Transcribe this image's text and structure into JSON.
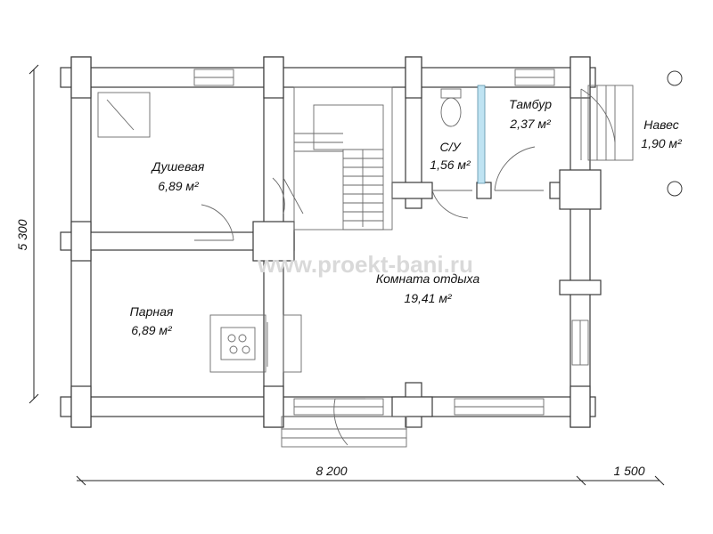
{
  "watermark": "www.proekt-bani.ru",
  "rooms": {
    "shower": {
      "name": "Душевая",
      "area": "6,89 м²"
    },
    "steam": {
      "name": "Парная",
      "area": "6,89 м²"
    },
    "wc": {
      "name": "С/У",
      "area": "1,56 м²"
    },
    "vestibule": {
      "name": "Тамбур",
      "area": "2,37 м²"
    },
    "canopy": {
      "name": "Навес",
      "area": "1,90 м²"
    },
    "lounge": {
      "name": "Комната отдыха",
      "area": "19,41 м²"
    }
  },
  "dimensions": {
    "width_main": "8 200",
    "width_canopy": "1 500",
    "height": "5 300"
  },
  "colors": {
    "wall_stroke": "#3a3a3a",
    "glass_partition": "#bfe3f2"
  }
}
